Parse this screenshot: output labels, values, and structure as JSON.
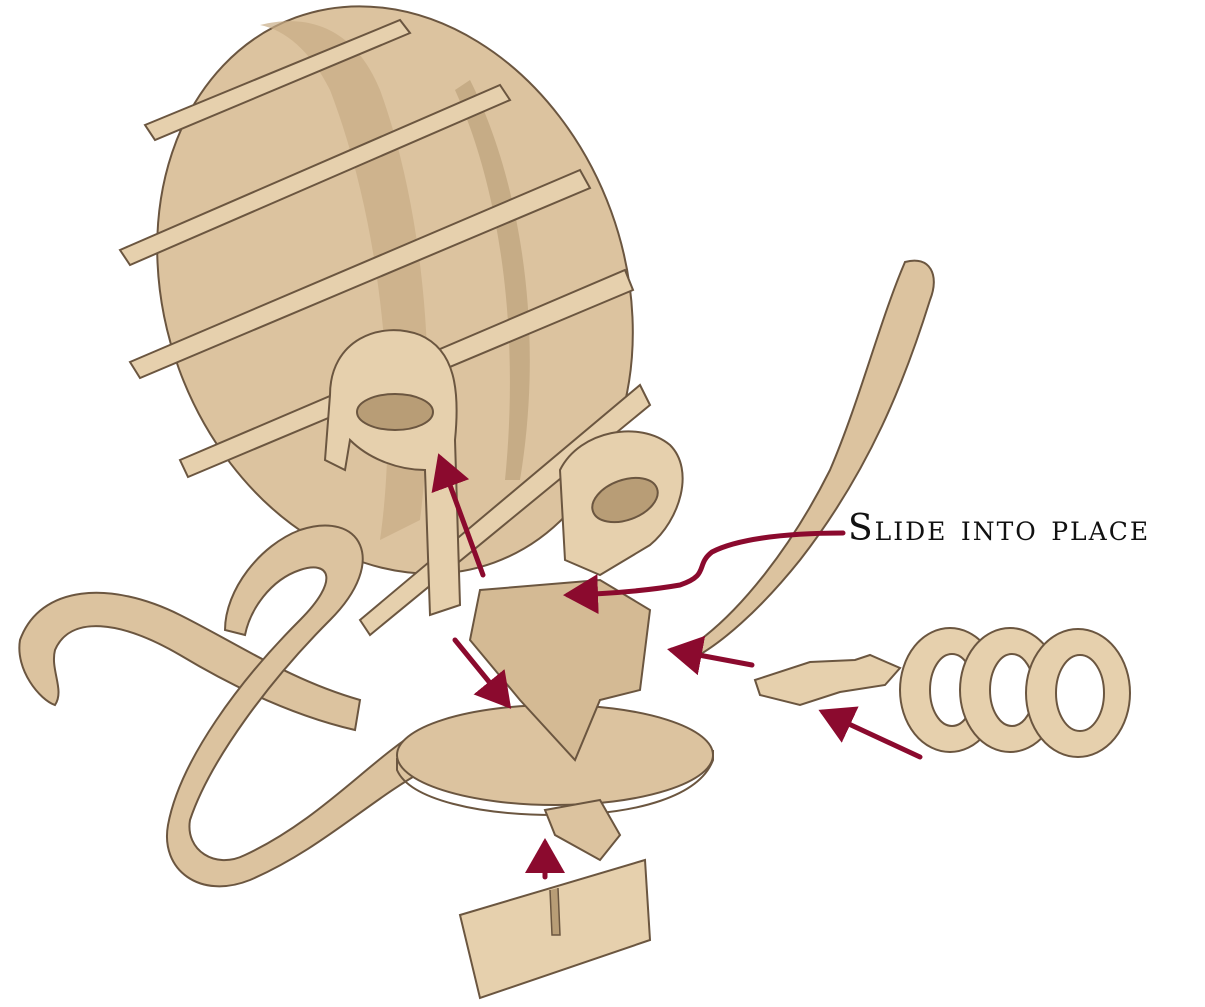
{
  "annotation": {
    "label": "Slide into place"
  },
  "colors": {
    "wood": "#dcc39f",
    "wood_light": "#e6d0ad",
    "wood_dark": "#c8ad86",
    "edge": "#6b5640",
    "arrow": "#8b0a2e"
  },
  "parts": [
    "octopus-head",
    "head-ribs",
    "eye-plate-left",
    "eye-plate-right",
    "tentacle-left",
    "tentacle-curl",
    "tentacle-right",
    "base-disc",
    "base-spine",
    "key-piece",
    "washer-rings",
    "stand-foot"
  ]
}
